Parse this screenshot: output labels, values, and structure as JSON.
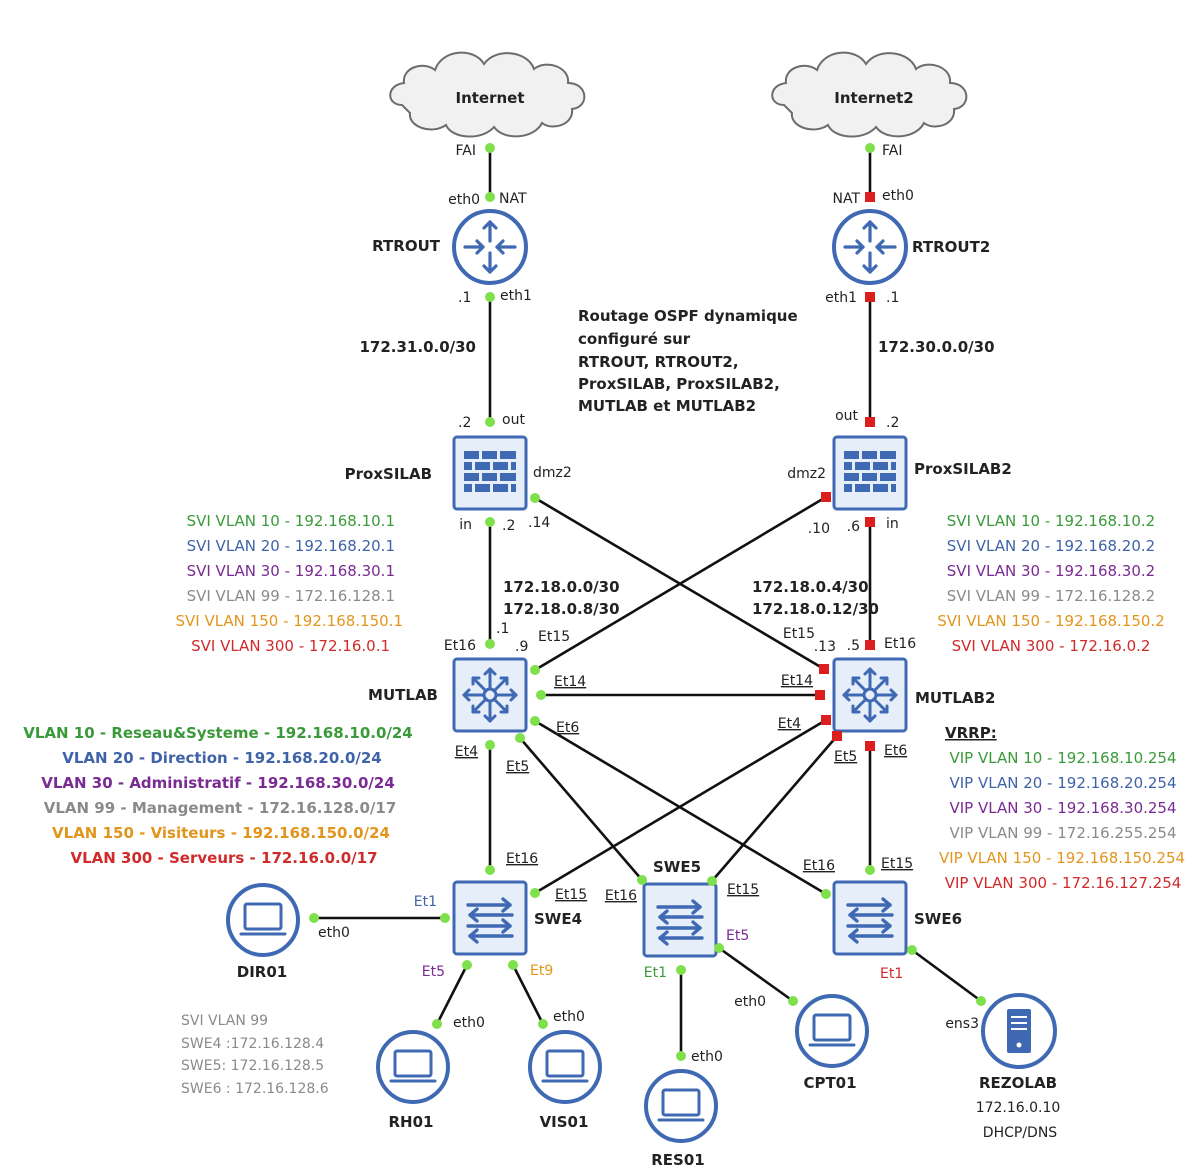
{
  "colors": {
    "vlan10": "#3a9a3a",
    "vlan20": "#3f63a8",
    "vlan30": "#7a2a93",
    "vlan99": "#8a8a8a",
    "vlan150": "#e2951c",
    "vlan300": "#d02a2a",
    "device": "#3f69b2",
    "device_fill": "#e6eef9",
    "port_up": "#7ee04a",
    "port_down": "#dd1e1e"
  },
  "clouds": {
    "internet": "Internet",
    "internet2": "Internet2"
  },
  "devices": {
    "rtrout": "RTROUT",
    "rtrout2": "RTROUT2",
    "proxsilab": "ProxSILAB",
    "proxsilab2": "ProxSILAB2",
    "mutlab": "MUTLAB",
    "mutlab2": "MUTLAB2",
    "swe4": "SWE4",
    "swe5": "SWE5",
    "swe6": "SWE6",
    "dir01": "DIR01",
    "rh01": "RH01",
    "vis01": "VIS01",
    "res01": "RES01",
    "cpt01": "CPT01",
    "rezolab": "REZOLAB"
  },
  "ports": {
    "fai_left": "FAI",
    "fai_right": "FAI",
    "rtrout_eth0": "eth0",
    "rtrout_nat": "NAT",
    "rtrout2_nat": "NAT",
    "rtrout2_eth0": "eth0",
    "rtrout_dot1": ".1",
    "rtrout_eth1": "eth1",
    "rtrout2_eth1": "eth1",
    "rtrout2_dot1": ".1",
    "prox_dot2": ".2",
    "prox_out": "out",
    "prox2_out": "out",
    "prox2_dot2": ".2",
    "prox_dmz2": "dmz2",
    "prox2_dmz2": "dmz2",
    "prox_in": "in",
    "prox_in_dot2": ".2",
    "prox_dot14": ".14",
    "prox2_dot10": ".10",
    "prox2_dot6": ".6",
    "prox2_in": "in",
    "mut_et16": "Et16",
    "mut_dot1": ".1",
    "mut_dot9": ".9",
    "mut_et15": "Et15",
    "mut_et14": "Et14",
    "mut_et4": "Et4",
    "mut_et5": "Et5",
    "mut_et6": "Et6",
    "mut2_et15": "Et15",
    "mut2_dot13": ".13",
    "mut2_dot5": ".5",
    "mut2_et16": "Et16",
    "mut2_et14": "Et14",
    "mut2_et4": "Et4",
    "mut2_et5": "Et5",
    "mut2_et6": "Et6",
    "swe4_et16": "Et16",
    "swe4_et15": "Et15",
    "swe4_et1": "Et1",
    "swe4_et5": "Et5",
    "swe4_et9": "Et9",
    "swe5_et16": "Et16",
    "swe5_et15": "Et15",
    "swe5_et5": "Et5",
    "swe5_et1": "Et1",
    "swe6_et16": "Et16",
    "swe6_et15": "Et15",
    "swe6_et1": "Et1",
    "dir01_eth0": "eth0",
    "rh01_eth0": "eth0",
    "vis01_eth0": "eth0",
    "res01_eth0": "eth0",
    "cpt01_eth0": "eth0",
    "rezolab_ens3": "ens3"
  },
  "networks": {
    "left_wan": "172.31.0.0/30",
    "right_wan": "172.30.0.0/30",
    "left_transit_1": "172.18.0.0/30",
    "left_transit_2": "172.18.0.8/30",
    "right_transit_1": "172.18.0.4/30",
    "right_transit_2": "172.18.0.12/30"
  },
  "ospf_note": [
    "Routage OSPF dynamique",
    "configuré sur",
    "RTROUT, RTROUT2,",
    "ProxSILAB, ProxSILAB2,",
    "MUTLAB et MUTLAB2"
  ],
  "svi_mutlab": [
    "SVI VLAN 10 - 192.168.10.1",
    "SVI VLAN 20 - 192.168.20.1",
    "SVI VLAN 30 - 192.168.30.1",
    "SVI VLAN 99 - 172.16.128.1",
    "SVI VLAN 150 - 192.168.150.1",
    "SVI VLAN 300 - 172.16.0.1"
  ],
  "svi_mutlab2": [
    "SVI VLAN 10 - 192.168.10.2",
    "SVI VLAN 20 - 192.168.20.2",
    "SVI VLAN 30 - 192.168.30.2",
    "SVI VLAN 99 - 172.16.128.2",
    "SVI VLAN 150 - 192.168.150.2",
    "SVI VLAN 300 - 172.16.0.2"
  ],
  "vlans": [
    "VLAN 10 - Reseau&Systeme - 192.168.10.0/24",
    "VLAN 20 - Direction - 192.168.20.0/24",
    "VLAN 30 - Administratif - 192.168.30.0/24",
    "VLAN 99 - Management - 172.16.128.0/17",
    "VLAN 150 - Visiteurs - 192.168.150.0/24",
    "VLAN 300 - Serveurs - 172.16.0.0/17"
  ],
  "vrrp_title": "VRRP:",
  "vrrp": [
    "VIP VLAN 10 - 192.168.10.254",
    "VIP VLAN 20 - 192.168.20.254",
    "VIP VLAN 30 - 192.168.30.254",
    "VIP VLAN 99 - 172.16.255.254",
    "VIP VLAN 150 - 192.168.150.254",
    "VIP VLAN 300 - 172.16.127.254"
  ],
  "svi99_switches": [
    "SVI VLAN 99",
    "SWE4 :172.16.128.4",
    "SWE5: 172.16.128.5",
    "SWE6 : 172.16.128.6"
  ],
  "rezolab_info": [
    "172.16.0.10",
    "DHCP/DNS"
  ]
}
